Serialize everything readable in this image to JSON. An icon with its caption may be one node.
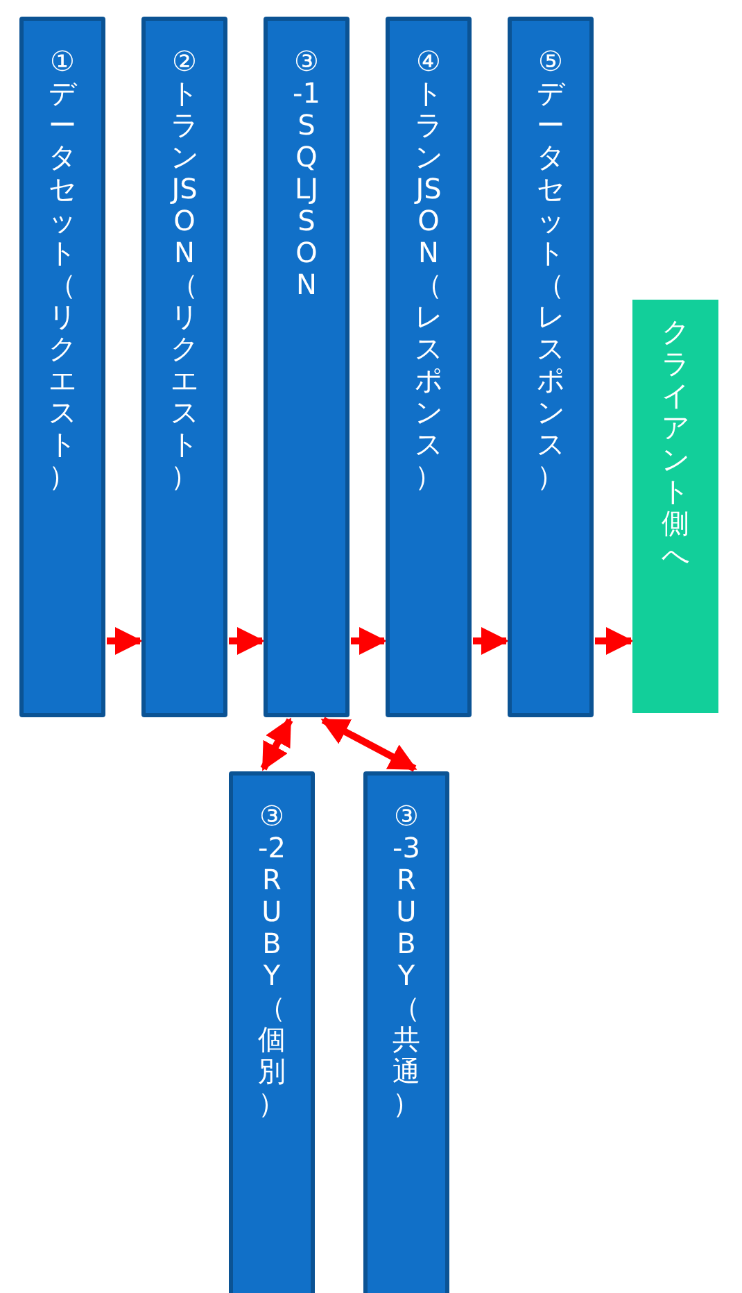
{
  "diagram": {
    "nodes": [
      {
        "text": [
          "①データセット（リクエスト）"
        ]
      },
      {
        "text": [
          "②トランJSON（リクエスト）"
        ]
      },
      {
        "text": [
          "③-1 SQLJSON"
        ]
      },
      {
        "text": [
          "④トランJSON（レスポンス）"
        ]
      },
      {
        "text": [
          "⑤データセット（レスポンス）"
        ]
      },
      {
        "text": [
          "クライアント側へ"
        ]
      },
      {
        "text": [
          "③-2 RUBY（個別）"
        ]
      },
      {
        "text": [
          "③-3 RUBY（共通）"
        ]
      }
    ],
    "edges": [
      {
        "from": 0,
        "to": 1,
        "arrow": "to"
      },
      {
        "from": 1,
        "to": 2,
        "arrow": "to"
      },
      {
        "from": 2,
        "to": 3,
        "arrow": "to"
      },
      {
        "from": 3,
        "to": 4,
        "arrow": "to"
      },
      {
        "from": 4,
        "to": 5,
        "arrow": "to"
      },
      {
        "from": 2,
        "to": 6,
        "arrow": "both"
      },
      {
        "from": 2,
        "to": 7,
        "arrow": "both"
      }
    ]
  }
}
